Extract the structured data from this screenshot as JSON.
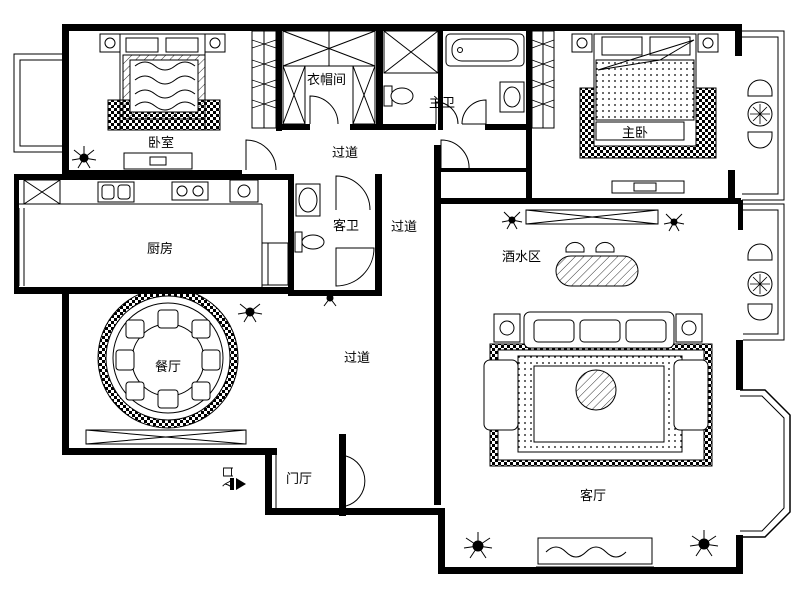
{
  "plan": {
    "rooms": {
      "bedroom": "卧室",
      "cloakroom": "衣帽间",
      "master_bath": "主卫",
      "master_bedroom": "主卧",
      "corridor_top": "过道",
      "guest_bath": "客卫",
      "corridor_right": "过道",
      "kitchen": "厨房",
      "bar_area": "酒水区",
      "dining": "餐厅",
      "corridor_center": "过道",
      "foyer": "门厅",
      "living": "客厅"
    },
    "entrance_marker": "入口"
  }
}
